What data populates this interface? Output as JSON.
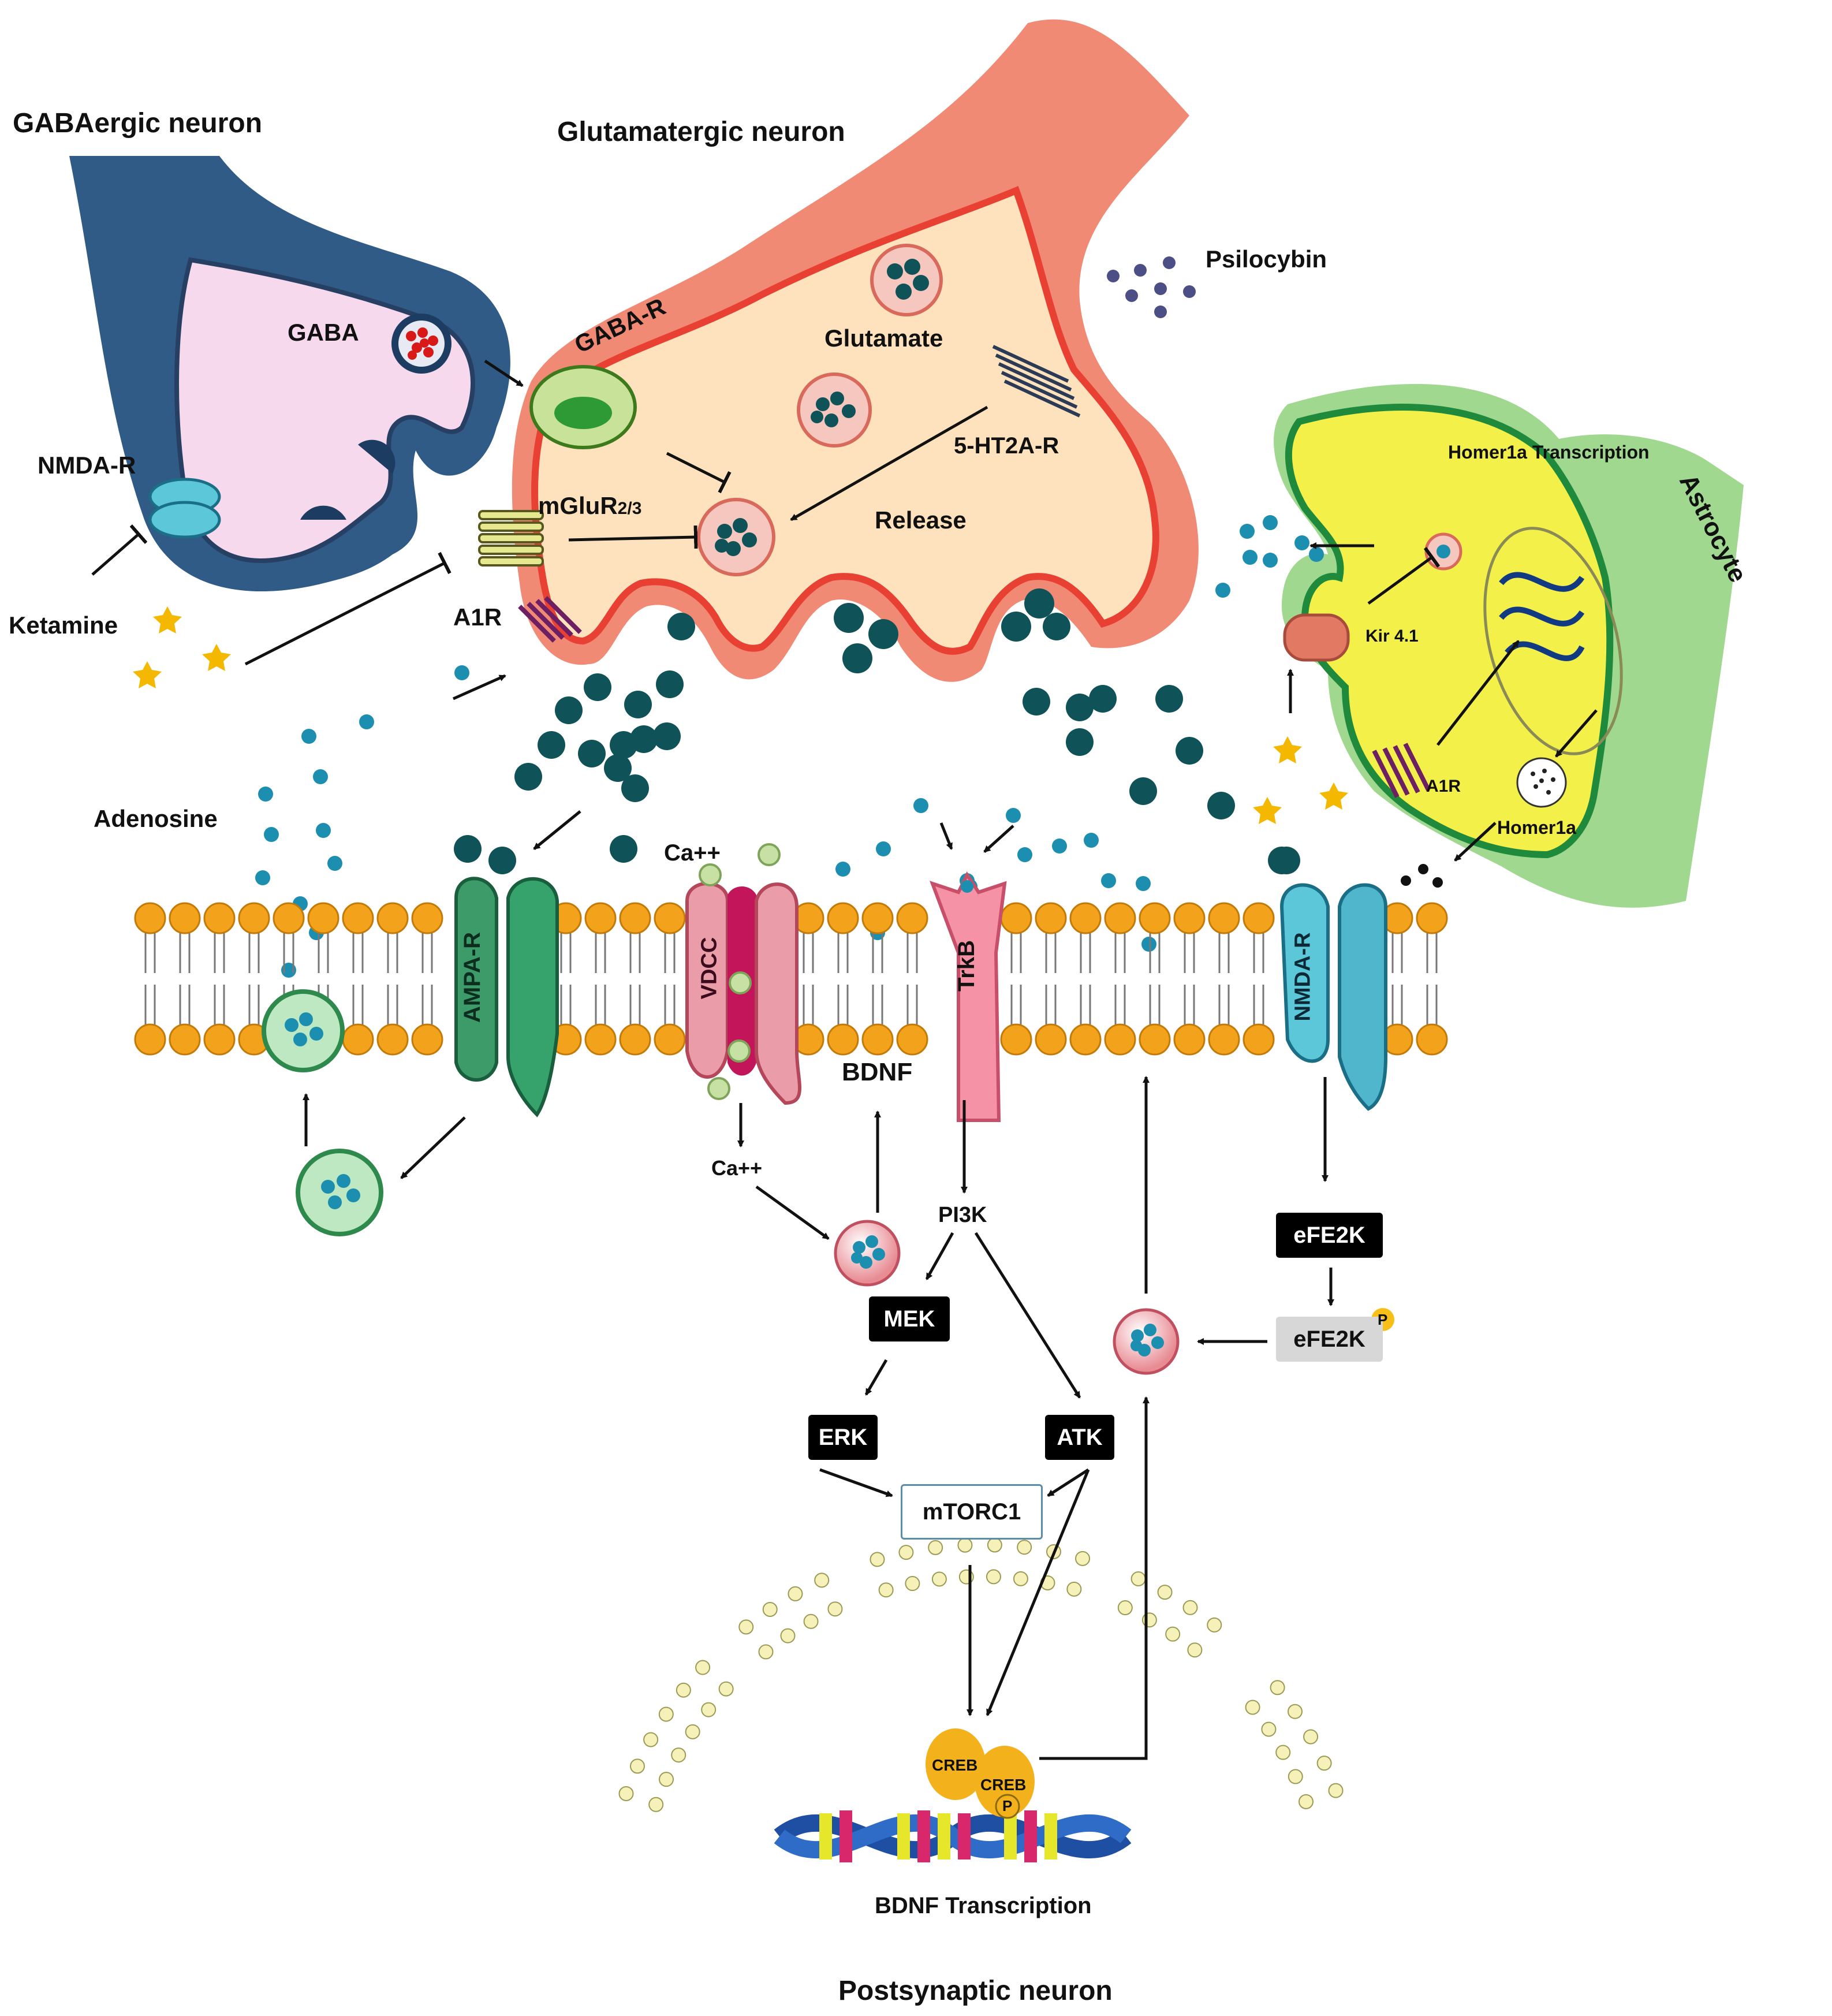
{
  "labels": {
    "gabaergic_neuron": "GABAergic neuron",
    "glutamatergic_neuron": "Glutamatergic neuron",
    "gaba": "GABA",
    "gaba_r": "GABA-R",
    "glutamate": "Glutamate",
    "psilocybin": "Psilocybin",
    "nmda_r_top": "NMDA-R",
    "ht2a_r": "5-HT2A-R",
    "homer1a_transcription": "Homer1a Transcription",
    "astrocyte": "Astrocyte",
    "mglur": "mGluR",
    "mglur_sub": "2/3",
    "release": "Release",
    "ketamine": "Ketamine",
    "a1r_left": "A1R",
    "kir41": "Kir 4.1",
    "a1r_right": "A1R",
    "homer1a": "Homer1a",
    "adenosine": "Adenosine",
    "ca_top": "Ca++",
    "ampa_r": "AMPA-R",
    "vdcc": "VDCC",
    "trkb": "TrkB",
    "nmda_r_membrane": "NMDA-R",
    "bdnf": "BDNF",
    "ca_bottom": "Ca++",
    "pi3k": "PI3K",
    "efe2k": "eFE2K",
    "efe2k_p": "eFE2K",
    "p_badge": "P",
    "mek": "MEK",
    "erk": "ERK",
    "atk": "ATK",
    "mtorc1": "mTORC1",
    "creb1": "CREB",
    "creb2": "CREB",
    "creb_p": "P",
    "bdnf_transcription": "BDNF Transcription",
    "postsynaptic_neuron": "Postsynaptic neuron"
  },
  "colors": {
    "gaba_neuron": "#2f5b86",
    "gaba_inner": "#f7d9ee",
    "glut_neuron": "#f08a75",
    "glut_inner": "#fde2bd",
    "astro_outer": "#9fd88e",
    "astro_inner": "#f4f04a",
    "membrane_head": "#f2a31b",
    "vesicle": "#0f5257",
    "adenosine": "#1c8fb0",
    "signal_box": "#000000"
  }
}
